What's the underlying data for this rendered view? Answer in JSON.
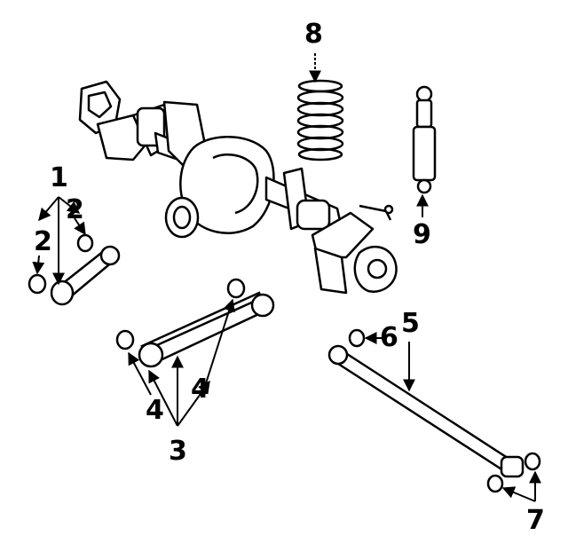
{
  "callouts": {
    "c1": "1",
    "c2a": "2",
    "c2b": "2",
    "c3": "3",
    "c4a": "4",
    "c4b": "4",
    "c5": "5",
    "c6": "6",
    "c7": "7",
    "c8": "8",
    "c9": "9"
  },
  "colors": {
    "ink": "#000000",
    "paper": "#ffffff"
  }
}
